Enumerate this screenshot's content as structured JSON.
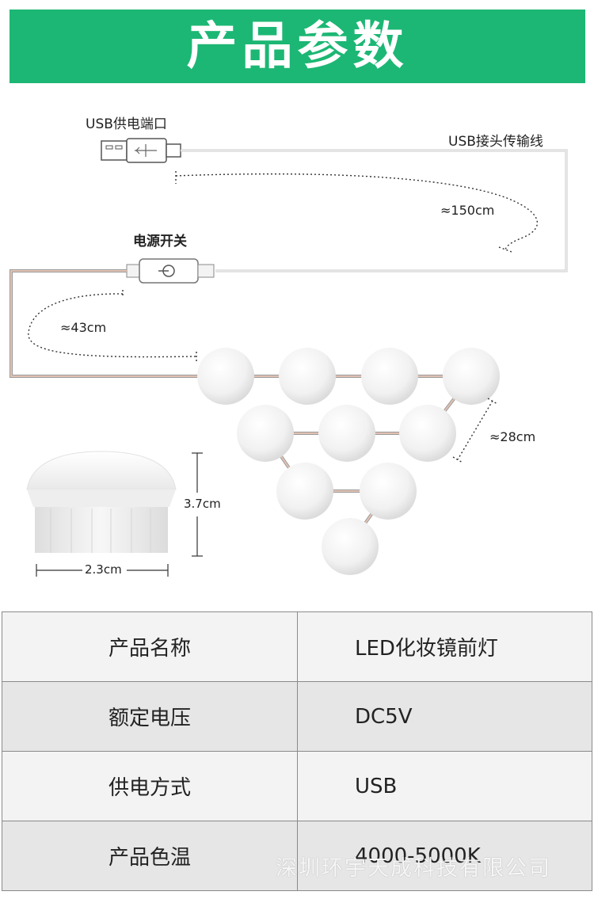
{
  "header": {
    "title": "产品参数"
  },
  "diagram": {
    "usb_port_label": "USB供电端口",
    "usb_cable_label": "USB接头传输线",
    "usb_cable_length": "≈150cm",
    "switch_label": "电源开关",
    "switch_cable_length": "≈43cm",
    "bulb_spacing": "≈28cm",
    "bulb_height": "3.7cm",
    "bulb_width": "2.3cm",
    "bulb_count": 10
  },
  "specs": {
    "rows": [
      {
        "key": "产品名称",
        "value": "LED化妆镜前灯"
      },
      {
        "key": "额定电压",
        "value": "DC5V"
      },
      {
        "key": "供电方式",
        "value": "USB"
      },
      {
        "key": "产品色温",
        "value": "4000-5000K"
      }
    ]
  },
  "watermark": "深圳环宇天成科技有限公司",
  "colors": {
    "banner": "#1cb774",
    "cable": "#e0b8a8",
    "bulb": "#f2f2f2"
  }
}
